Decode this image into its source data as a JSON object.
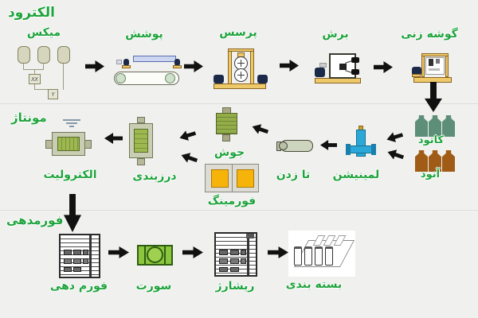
{
  "diagram": {
    "sections": {
      "electrode": "الکترود",
      "assembly": "مونتاژ",
      "formation": "فورمدهی"
    },
    "steps": {
      "mix": "میکس",
      "coating": "پوشش",
      "press": "پرسس",
      "cutting": "برش",
      "notching": "گوشه زنی",
      "cathode": "کاتود",
      "anode": "آنود",
      "lamination": "لمینیشن",
      "folding": "تا زدن",
      "welding": "جوش",
      "pouch_forming": "فورمینگ",
      "sealing": "درزبندی",
      "electrolyte": "الکترولیت",
      "forming": "فورم دهی",
      "sorting": "سورت",
      "recharging": "ریشارژ",
      "packaging": "بسته بندی"
    },
    "icon_text": {
      "mixer_box_1": "XX",
      "mixer_box_2": "Y"
    },
    "icons": {
      "mix": "mixing-tanks-icon",
      "coating": "coating-line-icon",
      "press": "calender-press-icon",
      "cutting": "slitting-machine-icon",
      "notching": "notching-machine-icon",
      "cathode": "cathode-sheets-icon",
      "anode": "anode-sheets-icon",
      "lamination": "lamination-machine-icon",
      "folding": "folding-roller-icon",
      "welding": "welding-cell-icon",
      "pouch_forming": "pouch-forming-dies-icon",
      "sealing": "sealing-cell-icon",
      "electrolyte": "electrolyte-filling-icon",
      "forming": "formation-rack-icon",
      "sorting": "sorting-tray-icon",
      "recharging": "recharge-rack-icon",
      "packaging": "packed-cells-icon"
    },
    "colors": {
      "label_green": "#1ea33c",
      "arrow_black": "#111111",
      "background": "#f0f0ee",
      "cathode_teal": "#5d8f78",
      "anode_brown": "#a05c16",
      "machine_tan": "#eec96a",
      "lamination_blue": "#2ba7d8",
      "forming_yellow": "#f6b40a",
      "welding_green": "#93ad48",
      "pouch_green": "#9cb84e"
    }
  }
}
